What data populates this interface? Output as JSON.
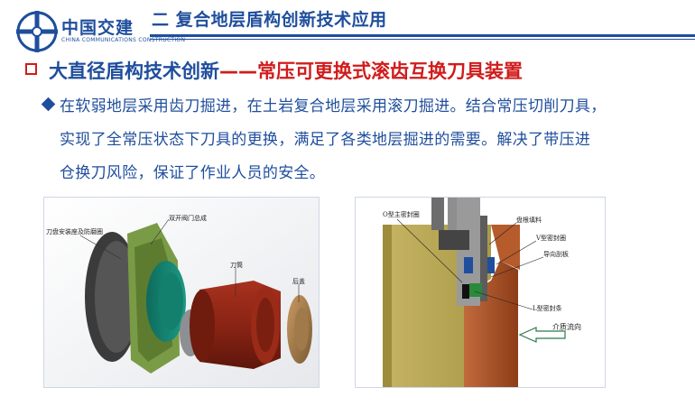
{
  "header": {
    "logo_cn": "中国交建",
    "logo_en": "CHINA COMMUNICATIONS CONSTRUCTION",
    "title": "二  复合地层盾构创新技术应用"
  },
  "section": {
    "title_part1": "大直径盾构技术创新",
    "title_part2": "——常压可更换式滚齿互换刀具装置"
  },
  "body": {
    "lines": [
      "在软弱地层采用齿刀掘进，在土岩复合地层采用滚刀掘进。结合常压切削刀具，",
      "实现了全常压状态下刀具的更换，满足了各类地层掘进的需要。解决了带压进",
      "仓换刀风险，保证了作业人员的安全。"
    ]
  },
  "figure_left": {
    "labels": {
      "mount": "刀盘安装座及防磨圈",
      "valve": "双开阀门总成",
      "barrel": "刀筒",
      "cover": "后盖"
    }
  },
  "figure_right": {
    "labels": {
      "oring": "O型主密封圈",
      "fill": "盘根填料",
      "vring": "V型密封圈",
      "guide": "导向刮板",
      "lring": "L型密封条",
      "flow": "介质流向"
    }
  },
  "colors": {
    "brand_blue": "#1f4e9c",
    "accent_red": "#d01c1c"
  }
}
